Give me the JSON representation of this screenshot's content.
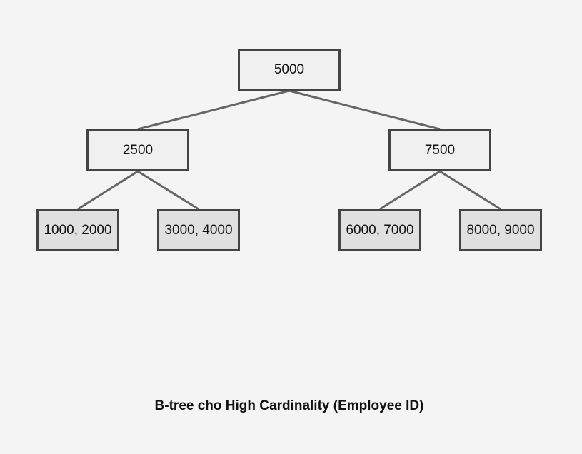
{
  "tree": {
    "root": {
      "label": "5000"
    },
    "left": {
      "label": "2500"
    },
    "right": {
      "label": "7500"
    },
    "leaves": [
      {
        "label": "1000, 2000"
      },
      {
        "label": "3000, 4000"
      },
      {
        "label": "6000, 7000"
      },
      {
        "label": "8000, 9000"
      }
    ]
  },
  "caption": "B-tree cho High Cardinality (Employee ID)",
  "colors": {
    "background": "#f4f4f4",
    "node_border": "#444444",
    "internal_fill": "#f0f0f0",
    "leaf_fill": "#e0e0e0",
    "edge": "#666666"
  }
}
